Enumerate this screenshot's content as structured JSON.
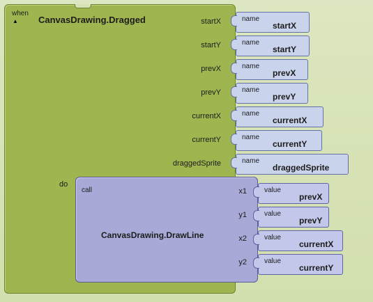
{
  "event": {
    "when_label": "when",
    "title": "CanvasDrawing.Dragged",
    "params": [
      {
        "label": "startX",
        "slot_label": "name",
        "value": "startX"
      },
      {
        "label": "startY",
        "slot_label": "name",
        "value": "startY"
      },
      {
        "label": "prevX",
        "slot_label": "name",
        "value": "prevX"
      },
      {
        "label": "prevY",
        "slot_label": "name",
        "value": "prevY"
      },
      {
        "label": "currentX",
        "slot_label": "name",
        "value": "currentX"
      },
      {
        "label": "currentY",
        "slot_label": "name",
        "value": "currentY"
      },
      {
        "label": "draggedSprite",
        "slot_label": "name",
        "value": "draggedSprite"
      }
    ],
    "do_label": "do"
  },
  "call": {
    "call_label": "call",
    "title": "CanvasDrawing.DrawLine",
    "args": [
      {
        "label": "x1",
        "slot_label": "value",
        "value": "prevX"
      },
      {
        "label": "y1",
        "slot_label": "value",
        "value": "prevY"
      },
      {
        "label": "x2",
        "slot_label": "value",
        "value": "currentX"
      },
      {
        "label": "y2",
        "slot_label": "value",
        "value": "currentY"
      }
    ]
  },
  "colors": {
    "event_block": "#9fb550",
    "call_block": "#a8a9d6",
    "name_socket": "#c9d3ec",
    "value_socket": "#c3c7ea"
  }
}
